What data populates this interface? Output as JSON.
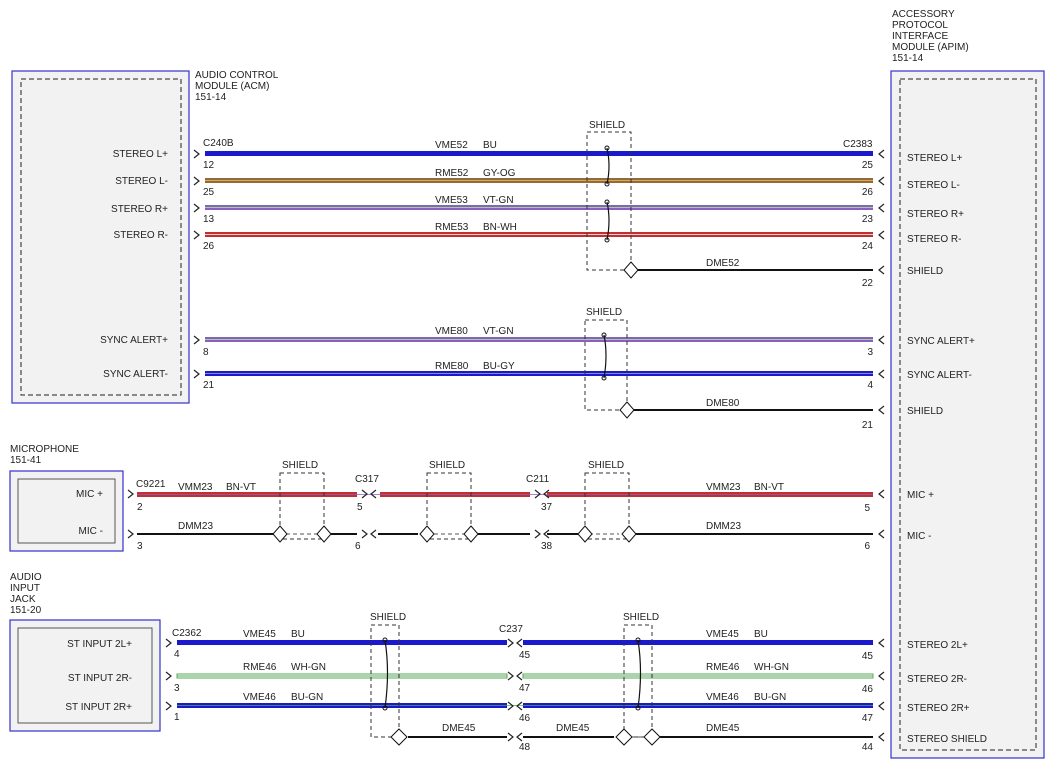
{
  "modules": {
    "acm": {
      "title": [
        "AUDIO CONTROL",
        "MODULE (ACM)",
        "151-14"
      ]
    },
    "apim": {
      "title": [
        "ACCESSORY",
        "PROTOCOL",
        "INTERFACE",
        "MODULE (APIM)",
        "151-14"
      ]
    },
    "mic": {
      "title": [
        "MICROPHONE",
        "151-41"
      ]
    },
    "jack": {
      "title": [
        "AUDIO",
        "INPUT",
        "JACK",
        "151-20"
      ]
    }
  },
  "pins": {
    "acm": [
      "STEREO L+",
      "STEREO L-",
      "STEREO R+",
      "STEREO R-",
      "SYNC ALERT+",
      "SYNC ALERT-"
    ],
    "apim": [
      "STEREO L+",
      "STEREO L-",
      "STEREO R+",
      "STEREO R-",
      "SHIELD",
      "SYNC ALERT+",
      "SYNC ALERT-",
      "SHIELD",
      "MIC +",
      "MIC -",
      "STEREO 2L+",
      "STEREO 2R-",
      "STEREO 2R+",
      "STEREO SHIELD"
    ],
    "mic": [
      "MIC +",
      "MIC -"
    ],
    "jack": [
      "ST INPUT 2L+",
      "ST INPUT 2R-",
      "ST INPUT 2R+"
    ]
  },
  "connectors": {
    "c240b": "C240B",
    "c2383": "C2383",
    "c9221": "C9221",
    "c317": "C317",
    "c211": "C211",
    "c2362": "C2362",
    "c237": "C237"
  },
  "shield_label": "SHIELD",
  "wires": {
    "vme52": {
      "circuit": "VME52",
      "color": "BU"
    },
    "rme52": {
      "circuit": "RME52",
      "color": "GY-OG"
    },
    "vme53": {
      "circuit": "VME53",
      "color": "VT-GN"
    },
    "rme53": {
      "circuit": "RME53",
      "color": "BN-WH"
    },
    "dme52": {
      "circuit": "DME52"
    },
    "vme80": {
      "circuit": "VME80",
      "color": "VT-GN"
    },
    "rme80": {
      "circuit": "RME80",
      "color": "BU-GY"
    },
    "dme80": {
      "circuit": "DME80"
    },
    "vmm23": {
      "circuit": "VMM23",
      "color": "BN-VT"
    },
    "dmm23": {
      "circuit": "DMM23"
    },
    "vme45": {
      "circuit": "VME45",
      "color": "BU"
    },
    "rme46": {
      "circuit": "RME46",
      "color": "WH-GN"
    },
    "vme46": {
      "circuit": "VME46",
      "color": "BU-GN"
    },
    "dme45": {
      "circuit": "DME45"
    }
  },
  "pin_numbers": {
    "acm": [
      "12",
      "25",
      "13",
      "26",
      "8",
      "21"
    ],
    "apim": [
      "25",
      "26",
      "23",
      "24",
      "22",
      "3",
      "4",
      "21",
      "5",
      "6",
      "45",
      "46",
      "47",
      "44"
    ],
    "c317": [
      "5",
      "6"
    ],
    "c211": [
      "37",
      "38"
    ],
    "mic": [
      "2",
      "3"
    ],
    "jack": [
      "4",
      "3",
      "1"
    ],
    "c237_left": [
      "45",
      "47",
      "46",
      "48"
    ]
  },
  "colors": {
    "module_border": "#3333cc",
    "module_fill": "#f2f2f2",
    "blue_wire": "#1a1acc",
    "tan_wire": "#8c6d40",
    "violet_wire": "#8a5fbf",
    "red_wire": "#c03030",
    "green_wire": "#58a858",
    "black_wire": "#111111"
  }
}
